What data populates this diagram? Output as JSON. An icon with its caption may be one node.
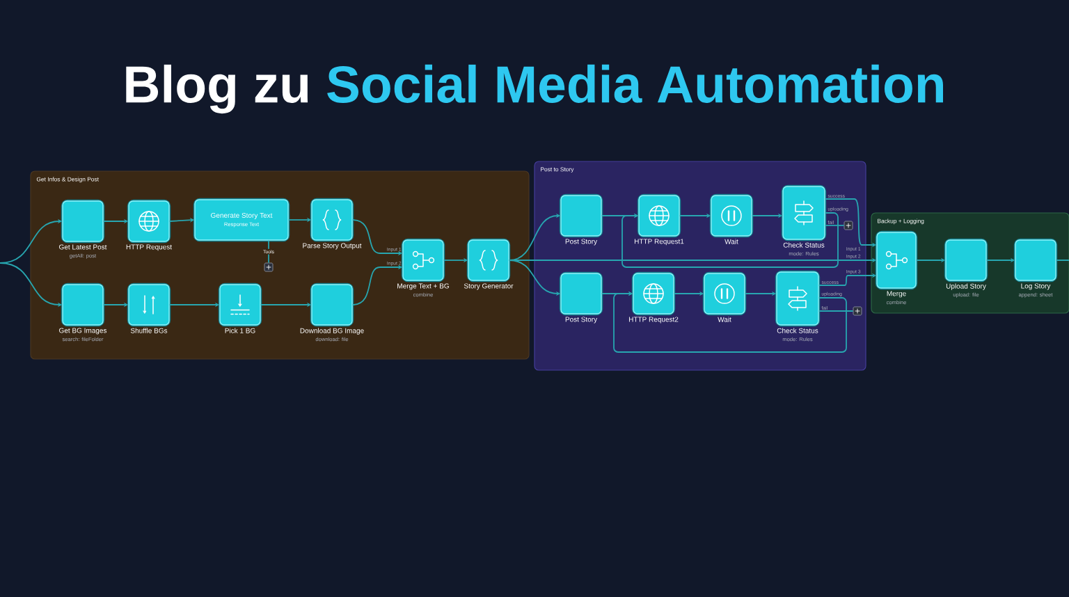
{
  "diagram": {
    "title": "Blog zu *Social Media Automation*",
    "nodes": [
      {
        "text": [
          "Get Infos & Design Post"
        ]
      },
      {
        "text": [
          "Get Latest Post",
          "getAll: post"
        ],
        "in": 0
      },
      {
        "text": [
          "HTTP Request"
        ],
        "in": 0
      },
      {
        "text": [
          "Generate Story Text",
          "Response Text"
        ],
        "in": 0
      },
      {
        "text": [],
        "shape": "box",
        "in": 0
      },
      {
        "text": [
          "Parse Story Output"
        ],
        "in": 0
      },
      {
        "text": [
          "Get BG Images",
          "search: fileFolder"
        ],
        "in": 0
      },
      {
        "text": [
          "Shuffle BGs"
        ],
        "in": 0
      },
      {
        "text": [
          "Pick 1 BG"
        ],
        "in": 0
      },
      {
        "text": [
          "Download BG Image",
          "download: file"
        ],
        "in": 0
      },
      {
        "text": [
          "Merge Text + BG",
          "combine"
        ],
        "beside": [
          "Input 1",
          "Input 2"
        ],
        "in": 0
      },
      {
        "text": [
          "Story Generator"
        ],
        "in": 0
      },
      {
        "text": [
          "Post to Story"
        ]
      },
      {
        "text": [
          "Post Story"
        ],
        "in": 12
      },
      {
        "text": [
          "HTTP Request1"
        ],
        "in": 12
      },
      {
        "text": [
          "Wait"
        ],
        "in": 12
      },
      {
        "text": [
          "Check Status",
          "mode: Rules"
        ],
        "beside": [
          "success",
          "uploading",
          "fail"
        ],
        "in": 12
      },
      {
        "text": [],
        "shape": "box",
        "in": 12
      },
      {
        "text": [
          "Post Story"
        ],
        "in": 12
      },
      {
        "text": [
          "HTTP Request2"
        ],
        "in": 12
      },
      {
        "text": [
          "Wait"
        ],
        "in": 12
      },
      {
        "text": [
          "Check Status",
          "mode: Rules"
        ],
        "beside": [
          "success",
          "uploading",
          "fail"
        ],
        "in": 12
      },
      {
        "text": [],
        "shape": "box",
        "in": 12
      },
      {
        "text": [
          "Backup + Logging"
        ]
      },
      {
        "text": [
          "Merge",
          "combine"
        ],
        "beside": [
          "Input 1",
          "Input 2",
          "Input 3"
        ],
        "in": 23
      },
      {
        "text": [
          "Upload Story",
          "upload: file"
        ],
        "in": 23
      },
      {
        "text": [
          "Log Story",
          "append: sheet"
        ],
        "in": 23
      }
    ],
    "edges": [
      {
        "from": null,
        "to": 1,
        "arrow": "to"
      },
      {
        "from": null,
        "to": 6,
        "arrow": "to"
      },
      {
        "from": 1,
        "to": 2,
        "arrow": "to"
      },
      {
        "from": 2,
        "to": 3,
        "arrow": "to"
      },
      {
        "from": 3,
        "to": 4,
        "arrow": "none",
        "label": "Tools"
      },
      {
        "from": 3,
        "to": 5,
        "arrow": "to"
      },
      {
        "from": 5,
        "to": 10,
        "arrow": "to"
      },
      {
        "from": 6,
        "to": 7,
        "arrow": "to"
      },
      {
        "from": 7,
        "to": 8,
        "arrow": "to"
      },
      {
        "from": 8,
        "to": 9,
        "arrow": "to"
      },
      {
        "from": 9,
        "to": 10,
        "arrow": "to"
      },
      {
        "from": 10,
        "to": 11,
        "arrow": "to"
      },
      {
        "from": 11,
        "to": 13,
        "arrow": "to"
      },
      {
        "from": 11,
        "to": 18,
        "arrow": "to"
      },
      {
        "from": 11,
        "to": 24,
        "arrow": "to"
      },
      {
        "from": 13,
        "to": 14,
        "arrow": "to"
      },
      {
        "from": 14,
        "to": 15,
        "arrow": "to"
      },
      {
        "from": 15,
        "to": 16,
        "arrow": "to"
      },
      {
        "from": 16,
        "to": 24,
        "arrow": "to"
      },
      {
        "from": 16,
        "to": 14,
        "arrow": "to"
      },
      {
        "from": 16,
        "to": 17,
        "arrow": "none"
      },
      {
        "from": 18,
        "to": 19,
        "arrow": "to"
      },
      {
        "from": 19,
        "to": 20,
        "arrow": "to"
      },
      {
        "from": 20,
        "to": 21,
        "arrow": "to"
      },
      {
        "from": 21,
        "to": 24,
        "arrow": "to"
      },
      {
        "from": 21,
        "to": 19,
        "arrow": "to"
      },
      {
        "from": 21,
        "to": 22,
        "arrow": "none"
      },
      {
        "from": 24,
        "to": 25,
        "arrow": "to"
      },
      {
        "from": 25,
        "to": 26,
        "arrow": "to"
      },
      {
        "from": 26,
        "to": null,
        "arrow": "none"
      }
    ]
  }
}
